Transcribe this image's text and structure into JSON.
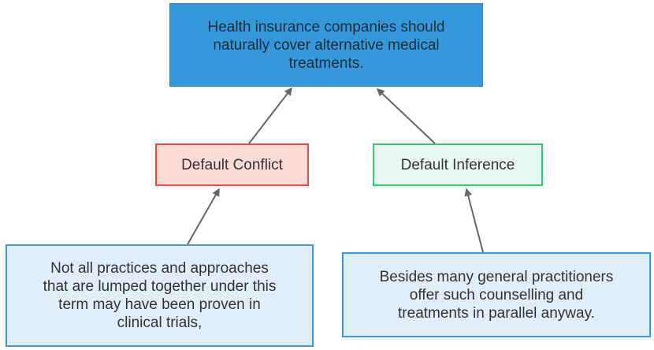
{
  "diagram": {
    "claim": {
      "lines": [
        "Health insurance companies should",
        "naturally cover alternative medical",
        "treatments."
      ]
    },
    "conflict": {
      "label": "Default Conflict"
    },
    "inference": {
      "label": "Default Inference"
    },
    "premise_left": {
      "lines": [
        "Not all practices and approaches",
        "that are lumped together under this",
        "term may have been proven in",
        "clinical trials,"
      ]
    },
    "premise_right": {
      "lines": [
        "Besides many general practitioners",
        "offer such counselling and",
        "treatments in parallel anyway."
      ]
    },
    "edges": [
      {
        "from": "premise_left",
        "to": "conflict"
      },
      {
        "from": "conflict",
        "to": "claim"
      },
      {
        "from": "premise_right",
        "to": "inference"
      },
      {
        "from": "inference",
        "to": "claim"
      }
    ],
    "colors": {
      "claim_fill": "#3498db",
      "conflict_fill": "#fadbd8",
      "conflict_border": "#e74c3c",
      "inference_fill": "#e8f8f0",
      "inference_border": "#2ecc71",
      "premise_fill": "#e1eef9",
      "premise_border": "#3a9ad9",
      "edge": "#666666"
    }
  }
}
